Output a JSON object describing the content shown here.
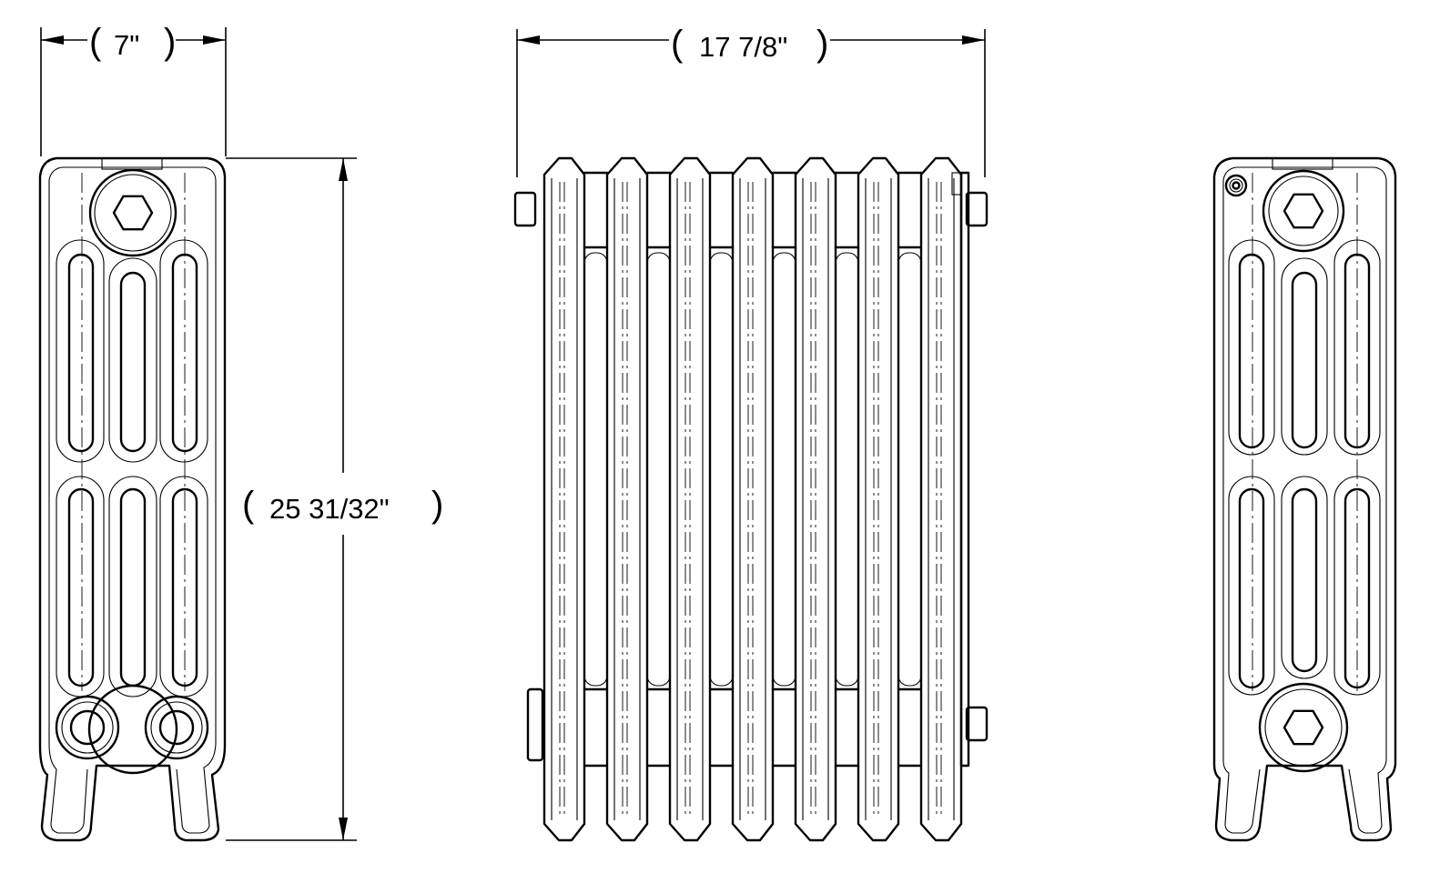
{
  "dimensions": {
    "depth": "7\"",
    "height": "25 31/32\"",
    "length": "17 7/8\""
  },
  "views": {
    "front_sections": 7,
    "side_tubes_per_row": 3
  },
  "icons": {
    "bleed_valve": "bleed-valve-icon",
    "hex_plug": "hex-plug-icon",
    "pipe_bushing": "pipe-bushing-icon"
  },
  "colors": {
    "line": "#000000",
    "background": "#ffffff"
  }
}
